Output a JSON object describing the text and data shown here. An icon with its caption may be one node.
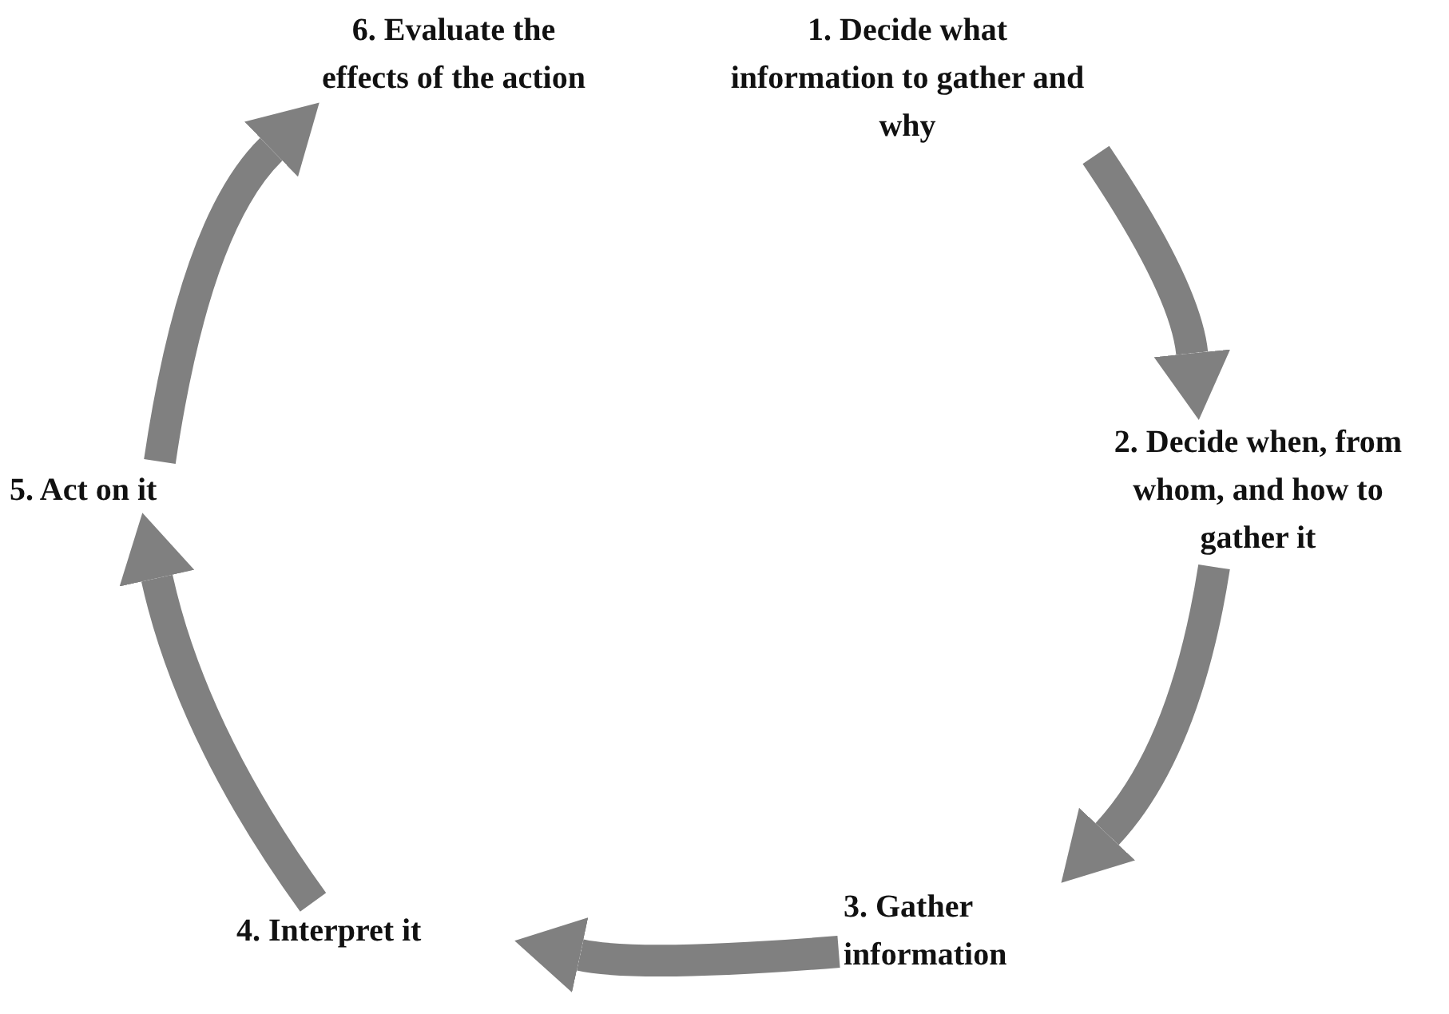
{
  "diagram": {
    "nodes": [
      {
        "text": [
          "1. Decide what information to gather and why"
        ]
      },
      {
        "text": [
          "2. Decide when, from whom, and how to gather it"
        ]
      },
      {
        "text": [
          "3. Gather information"
        ]
      },
      {
        "text": [
          "4. Interpret it"
        ]
      },
      {
        "text": [
          "5. Act on it"
        ]
      },
      {
        "text": [
          "6. Evaluate the effects of the action"
        ]
      }
    ],
    "edges": [
      {
        "from": 0,
        "to": 1,
        "arrow": "to"
      },
      {
        "from": 1,
        "to": 2,
        "arrow": "to"
      },
      {
        "from": 2,
        "to": 3,
        "arrow": "to"
      },
      {
        "from": 3,
        "to": 4,
        "arrow": "to"
      },
      {
        "from": 4,
        "to": 5,
        "arrow": "to"
      }
    ]
  }
}
